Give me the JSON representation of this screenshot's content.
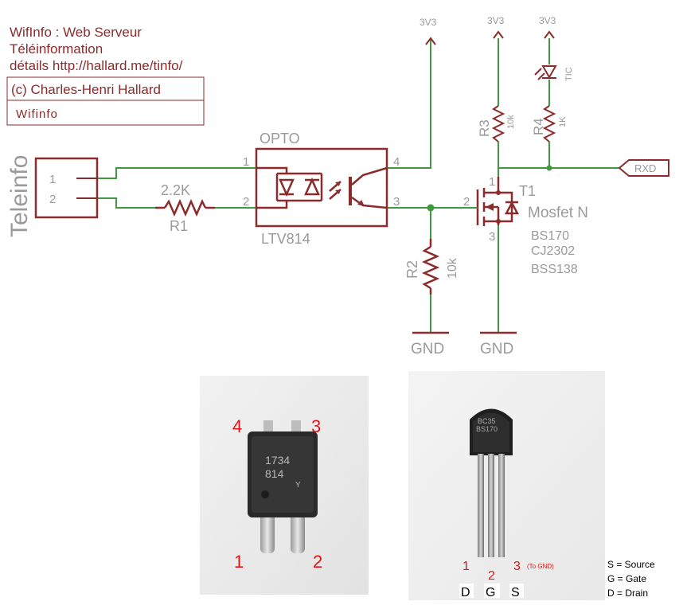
{
  "header": {
    "title_line1": "WifInfo : Web Serveur",
    "title_line2": "Téléinformation",
    "title_line3": "détails http://hallard.me/tinfo/",
    "copyright": "(c) Charles-Henri Hallard",
    "logo_text": "Wifinfo"
  },
  "connector": {
    "label": "Teleinfo",
    "pin1": "1",
    "pin2": "2"
  },
  "resistors": {
    "r1_name": "R1",
    "r1_value": "2.2K",
    "r2_name": "R2",
    "r2_value": "10k",
    "r3_name": "R3",
    "r3_value": "10k",
    "r4_name": "R4",
    "r4_value": "1K"
  },
  "opto": {
    "name": "OPTO",
    "part": "LTV814",
    "pin1": "1",
    "pin2": "2",
    "pin3": "3",
    "pin4": "4"
  },
  "mosfet": {
    "name": "T1",
    "type": "Mosfet N",
    "part1": "BS170",
    "part2": "CJ2302",
    "part3": "BSS138",
    "pin1": "1",
    "pin2": "2",
    "pin3": "3"
  },
  "power": {
    "vcc1": "3V3",
    "vcc2": "3V3",
    "vcc3": "3V3",
    "gnd1": "GND",
    "gnd2": "GND"
  },
  "led": {
    "label": "TIC"
  },
  "output": {
    "label": "RXD"
  },
  "photo_opto": {
    "marking1": "1734",
    "marking2": "814",
    "marking3": "Y",
    "pin4": "4",
    "pin3": "3",
    "pin1": "1",
    "pin2": "2"
  },
  "photo_mosfet": {
    "marking1": "BC35",
    "marking2": "BS170",
    "pin1": "1",
    "pin2": "2",
    "pin3": "3",
    "pin3_note": "(To GND)",
    "letter_d": "D",
    "letter_g": "G",
    "letter_s": "S"
  },
  "legend": {
    "source": "S = Source",
    "gate": "G = Gate",
    "drain": "D = Drain"
  },
  "colors": {
    "wire": "#3f9a3f",
    "component": "#8b2b2b",
    "text_grey": "#9a9a9a",
    "pin_number_red": "#e11515"
  }
}
